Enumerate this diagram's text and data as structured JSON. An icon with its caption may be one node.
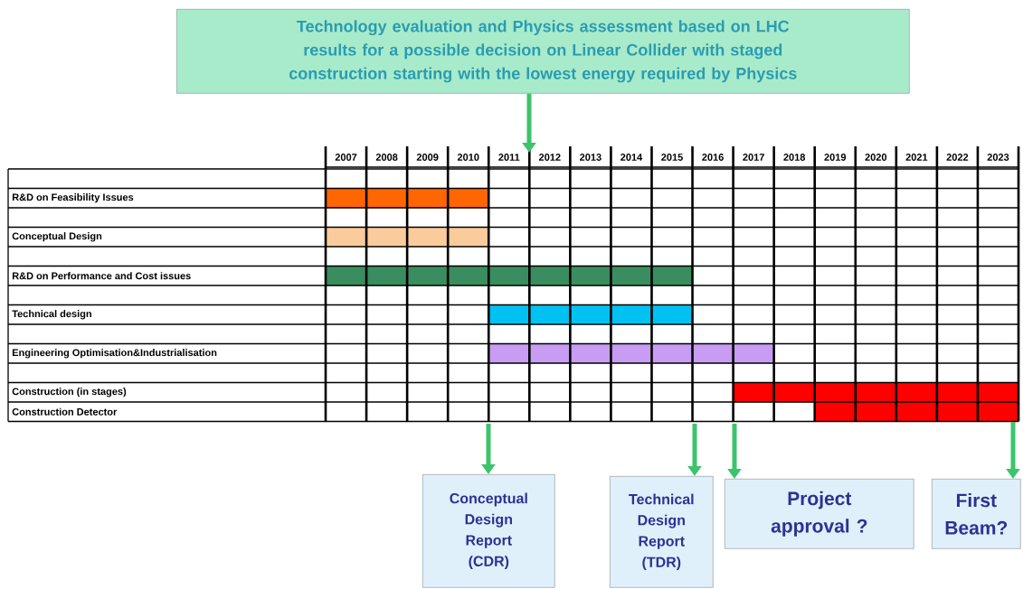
{
  "diagram": {
    "nodes": [
      {
        "text": [
          "Technology evaluation and Physics assessment based on LHC results for a possible decision on Linear Collider with staged construction starting with the lowest energy required by Physics"
        ]
      },
      {
        "text": [],
        "shape": "bar"
      },
      {
        "text": [],
        "shape": "bar"
      },
      {
        "text": [],
        "shape": "bar"
      },
      {
        "text": [],
        "shape": "bar"
      },
      {
        "text": [],
        "shape": "bar"
      },
      {
        "text": [],
        "shape": "bar"
      },
      {
        "text": [],
        "shape": "bar"
      },
      {
        "text": [
          "Conceptual Design Report (CDR)"
        ]
      },
      {
        "text": [
          "Technical Design Report (TDR)"
        ]
      },
      {
        "text": [
          "Project approval ?"
        ]
      },
      {
        "text": [
          "First Beam?"
        ]
      },
      {
        "text": [
          "2011"
        ]
      }
    ],
    "edges": [
      {
        "from": 0,
        "to": 12,
        "arrow": "to"
      },
      {
        "from": null,
        "to": 8,
        "arrow": "to"
      },
      {
        "from": null,
        "to": 9,
        "arrow": "to"
      },
      {
        "from": null,
        "to": 10,
        "arrow": "to"
      },
      {
        "from": 7,
        "to": 11,
        "arrow": "to"
      }
    ],
    "labels": [
      "2007",
      "2008",
      "2009",
      "2010",
      "2012",
      "2013",
      "2014",
      "2015",
      "2016",
      "2017",
      "2018",
      "2019",
      "2020",
      "2021",
      "2022",
      "2023",
      "R&D on Feasibility Issues",
      "Conceptual Design",
      "R&D on Performance and Cost issues",
      "Technical design",
      "Engineering Optimisation&Industrialisation",
      "Construction (in stages)",
      "Construction Detector"
    ]
  }
}
